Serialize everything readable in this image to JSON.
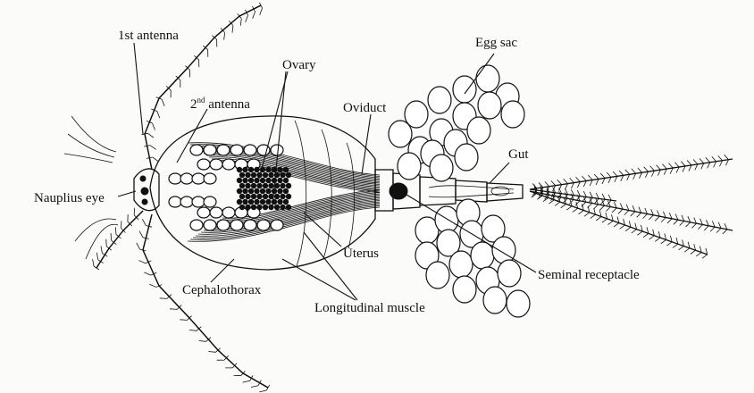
{
  "labels": {
    "first_antenna": "1st antenna",
    "second_antenna_num": "2",
    "second_antenna_sup": "nd",
    "second_antenna_word": " antenna",
    "ovary": "Ovary",
    "oviduct": "Oviduct",
    "egg_sac": "Egg sac",
    "gut": "Gut",
    "nauplius_eye": "Nauplius eye",
    "uterus": "Uterus",
    "seminal_receptacle": "Seminal receptacle",
    "cephalothorax": "Cephalothorax",
    "longitudinal_muscle": "Longitudinal muscle"
  },
  "colors": {
    "ink": "#111111",
    "paper": "#fbfbfa"
  }
}
